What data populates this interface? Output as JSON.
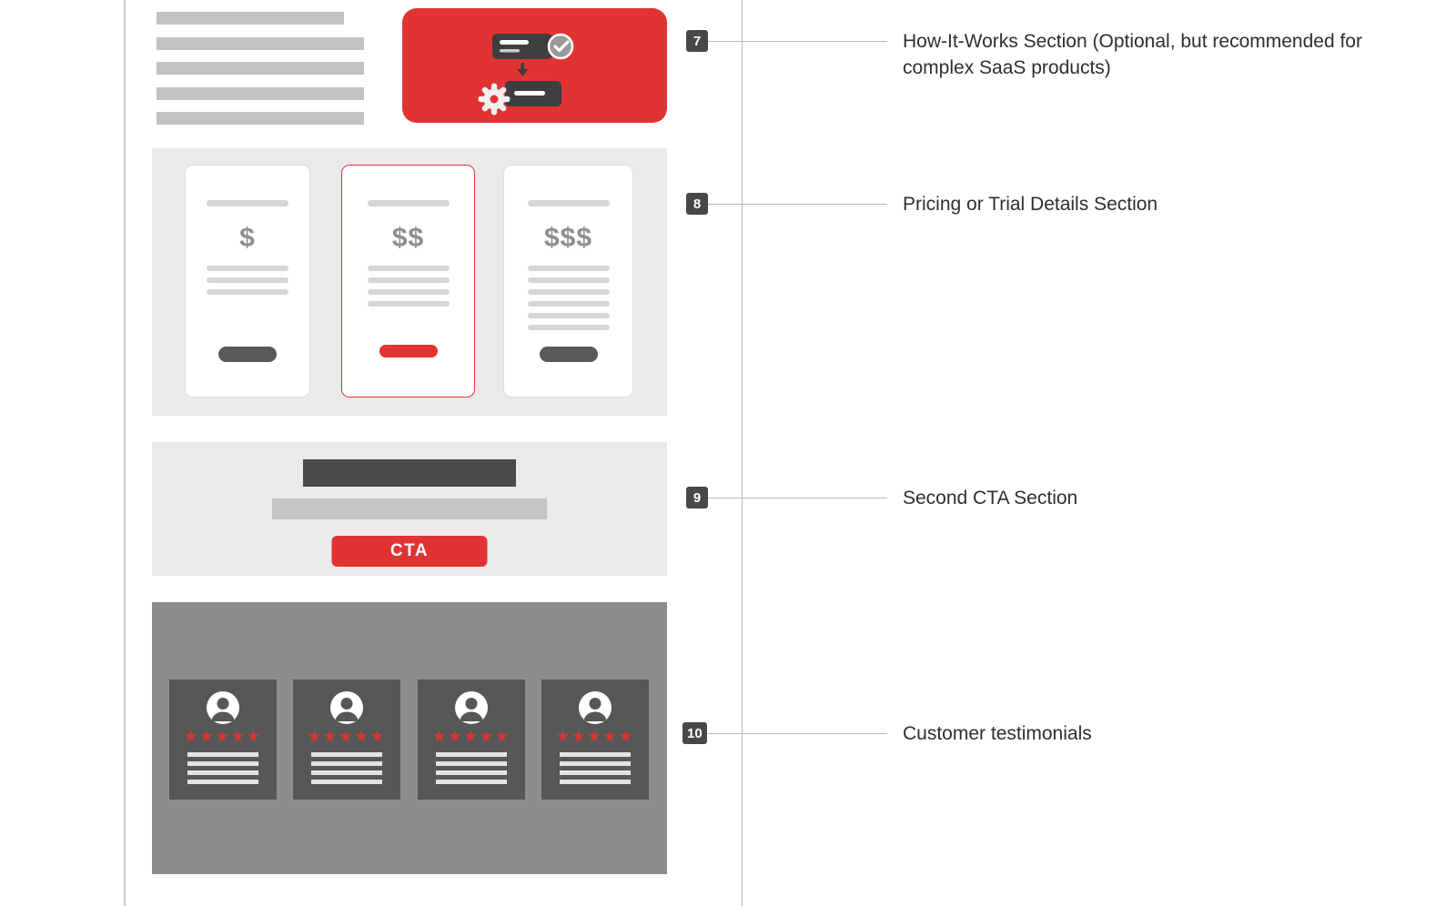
{
  "colors": {
    "red": "#e23333",
    "section_bg": "#eaeaea",
    "placeholder": "#c2c2c2",
    "card_line": "#d6d6d6",
    "dark": "#4a4a4a",
    "button_dark": "#595959",
    "testimonial_bg": "#8d8d8d",
    "testimonial_card": "#575757",
    "badge": "#484848",
    "text": "#2e2e2e",
    "connector": "#b8b8b8",
    "divider": "#c8c8c8",
    "price_gray": "#8f8f8f"
  },
  "wireframe": {
    "how_it_works": {
      "illustration_icons": [
        "steps-card-icon",
        "check-icon",
        "arrow-down-icon",
        "gear-icon",
        "result-card-icon"
      ]
    },
    "pricing": {
      "cards": [
        {
          "price": "$"
        },
        {
          "price": "$$"
        },
        {
          "price": "$$$"
        }
      ]
    },
    "cta": {
      "label": "CTA"
    },
    "testimonials": {
      "stars": "★★★★★"
    }
  },
  "annotations": [
    {
      "number": "7",
      "label": "How-It-Works Section (Optional, but recommended for complex SaaS products)"
    },
    {
      "number": "8",
      "label": "Pricing or Trial Details Section"
    },
    {
      "number": "9",
      "label": "Second CTA Section"
    },
    {
      "number": "10",
      "label": "Customer testimonials"
    }
  ]
}
